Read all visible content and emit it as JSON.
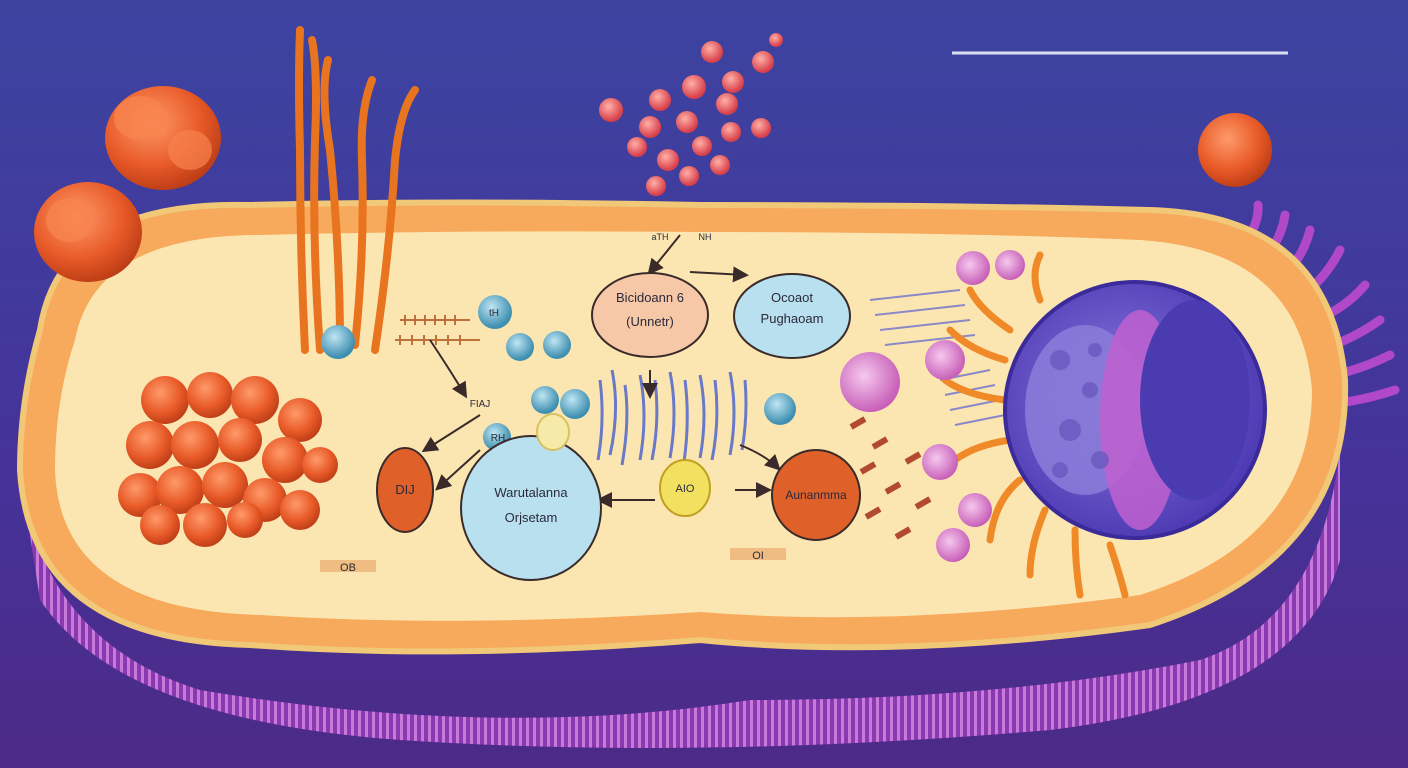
{
  "colors": {
    "background_top": "#3b3f9a",
    "background_bottom": "#4a2a8a",
    "membrane_fringe": "#a85cc8",
    "cell_outer": "#f6a05a",
    "cell_inner": "#fbe8b0",
    "blob": "#e85a28",
    "blue_node": "#a8d4ea",
    "orange_node": "#e0602a",
    "yellow_node": "#f2e060",
    "nucleus": "#6a52c8",
    "nucleolus": "#b05ad0",
    "pink_vesicle": "#e9a0d8"
  },
  "labels": {
    "top_left_node": [
      "Bicidoann 6",
      "(Unnetr)"
    ],
    "top_right_node": [
      "Ocoaot",
      "Pughaoam"
    ],
    "center_node": [
      "Warutalanna",
      "Orjsetam"
    ],
    "left_node": "DIJ",
    "right_node": "Aunanmma",
    "yellow_node": "AIO",
    "small_node_1": "tH",
    "small_node_2": "FIAJ",
    "small_node_3": "RH",
    "tag_bottom_left": "OB",
    "tag_bottom_center": "OI",
    "tag_top": "aTH",
    "tag_top_2": "NH"
  },
  "icons": [
    "nucleus-icon",
    "mitochondria-cluster-icon",
    "flagella-icon",
    "ribosome-cluster-icon"
  ]
}
